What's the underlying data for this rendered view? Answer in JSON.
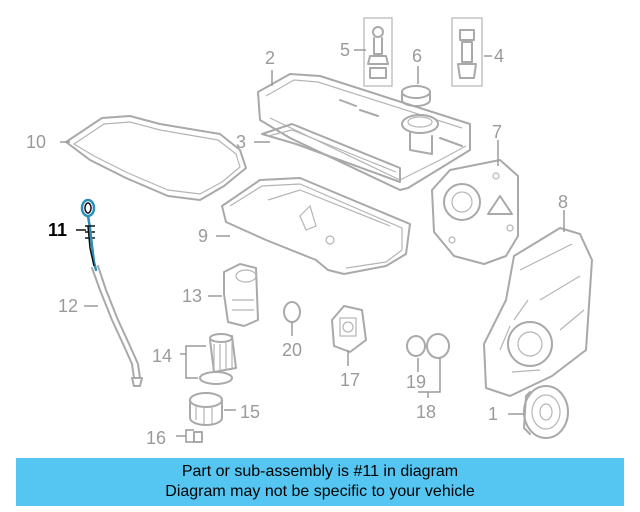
{
  "banner": {
    "line1": "Part or sub-assembly is #11 in diagram",
    "line2": "Diagram may not be specific to your vehicle",
    "background": "#55c6f2"
  },
  "highlight_color": "#2a8fb8",
  "callouts": {
    "c1": "1",
    "c2": "2",
    "c3": "3",
    "c4": "4",
    "c5": "5",
    "c6": "6",
    "c7": "7",
    "c8": "8",
    "c9": "9",
    "c10": "10",
    "c11": "11",
    "c12": "12",
    "c13": "13",
    "c14": "14",
    "c15": "15",
    "c16": "16",
    "c17": "17",
    "c18": "18",
    "c19": "19",
    "c20": "20"
  }
}
